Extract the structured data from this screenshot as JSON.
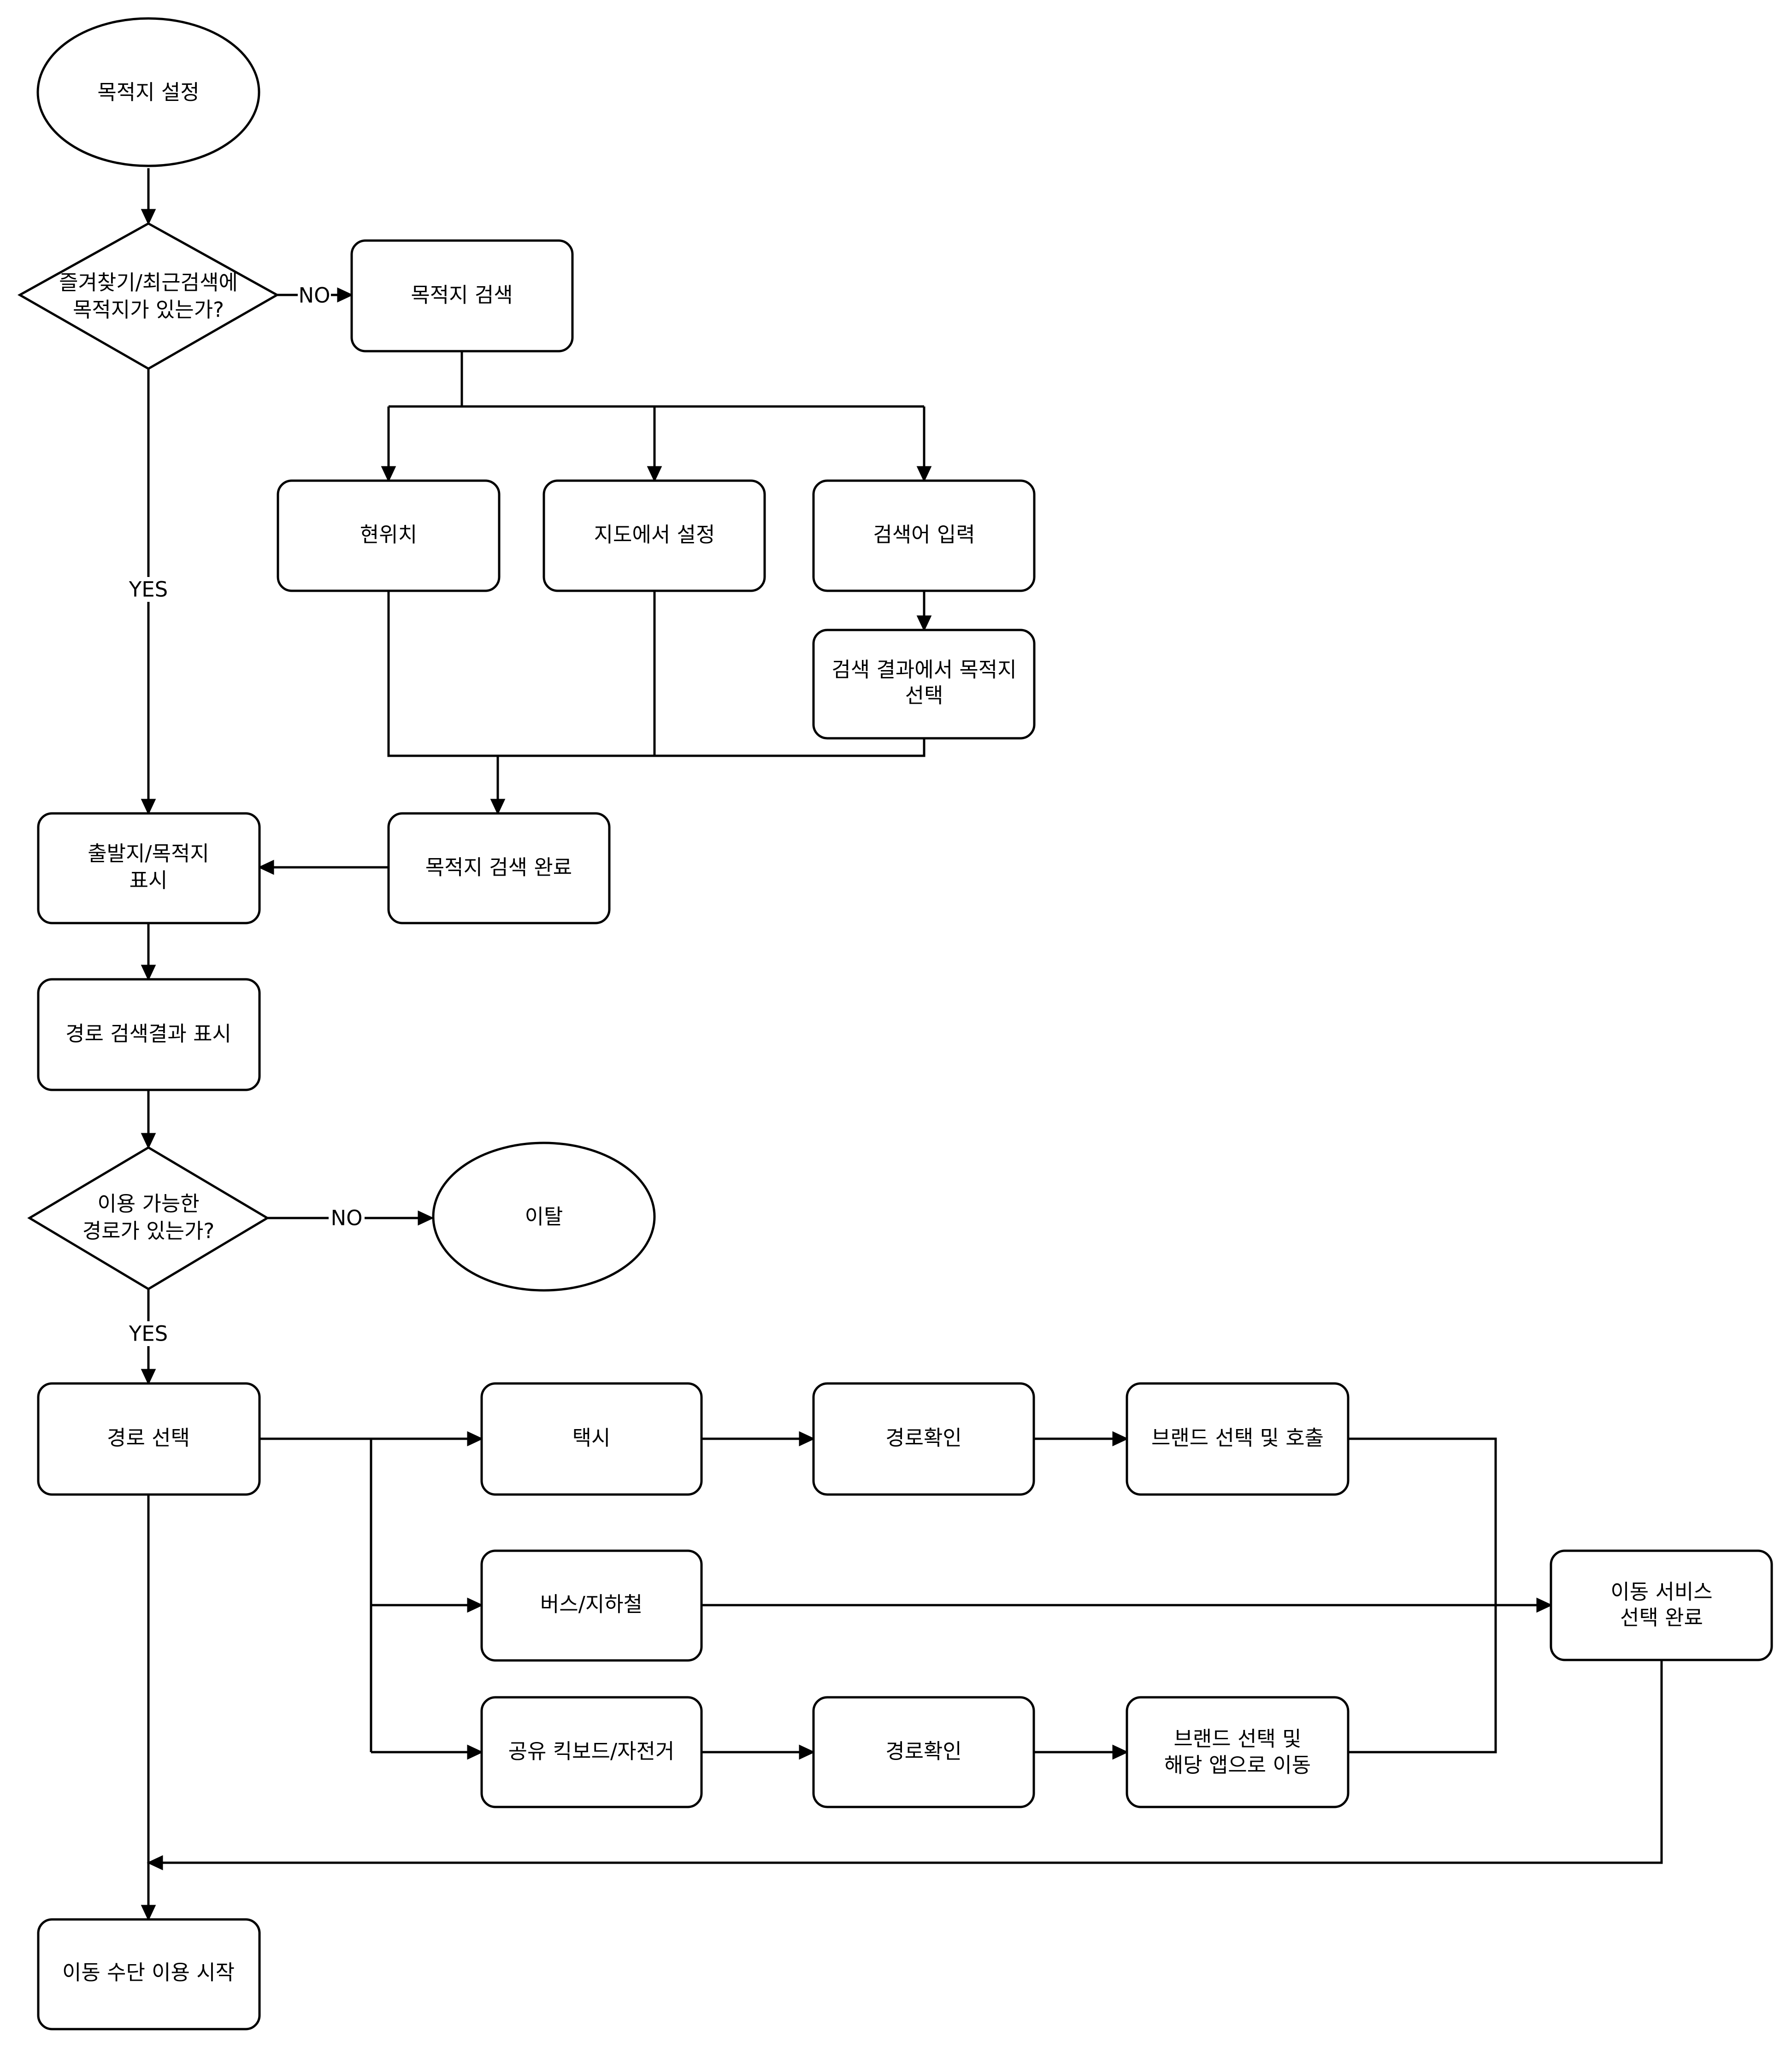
{
  "nodes": {
    "start_set_destination": "목적지 설정",
    "q_favorites": [
      "즐겨찾기/최근검색에",
      "목적지가 있는가?"
    ],
    "search_destination": "목적지 검색",
    "current_location": "현위치",
    "set_on_map": "지도에서 설정",
    "enter_keyword": "검색어 입력",
    "select_from_results": [
      "검색 결과에서 목적지",
      "선택"
    ],
    "search_complete": "목적지 검색 완료",
    "show_origin_destination": [
      "출발지/목적지",
      "표시"
    ],
    "show_route_results": "경로 검색결과 표시",
    "q_route_available": [
      "이용 가능한",
      "경로가 있는가?"
    ],
    "exit": "이탈",
    "select_route": "경로 선택",
    "taxi": "택시",
    "check_route_taxi": "경로확인",
    "brand_call": "브랜드 선택 및 호출",
    "bus_subway": "버스/지하철",
    "mobility_done": [
      "이동 서비스",
      "선택 완료"
    ],
    "shared_kickboard": "공유 킥보드/자전거",
    "check_route_kick": "경로확인",
    "brand_app": [
      "브랜드 선택 및",
      "해당 앱으로 이동"
    ],
    "start_transport": "이동 수단 이용 시작"
  },
  "edge_labels": {
    "no_1": "NO",
    "yes_1": "YES",
    "no_2": "NO",
    "yes_2": "YES"
  }
}
